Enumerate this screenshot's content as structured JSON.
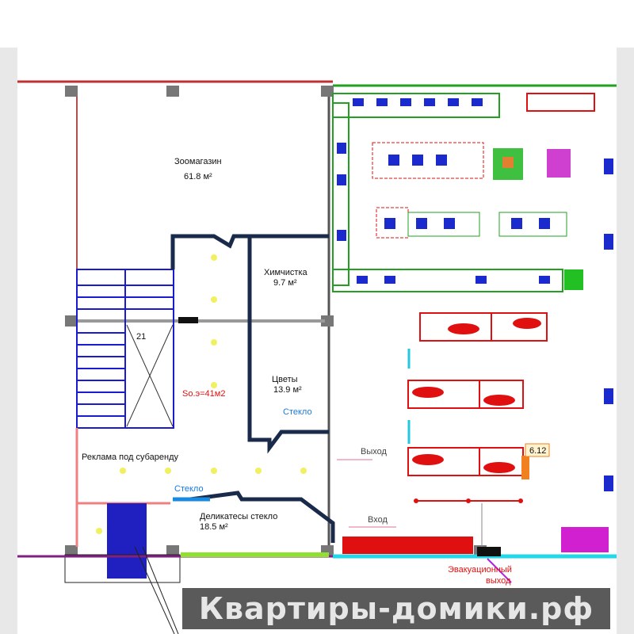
{
  "rooms": {
    "pet_store": {
      "name": "Зоомагазин",
      "area": "61.8 м²"
    },
    "dry_cleaning": {
      "name": "Химчистка",
      "area": "9.7 м²"
    },
    "flowers": {
      "name": "Цветы",
      "area": "13.9 м²"
    },
    "delicatessen": {
      "name": "Деликатесы стекло",
      "area": "18.5 м²"
    },
    "common_area": "Sо.э=41м2"
  },
  "labels": {
    "glass_1": "Стекло",
    "glass_2": "Стекло",
    "ad_sublease": "Реклама под субаренду",
    "exit": "Выход",
    "entrance": "Вход",
    "evac_exit_1": "Эвакуационный",
    "evac_exit_2": "выход",
    "stair_number": "21",
    "tag_612": "6.12"
  },
  "watermark": "Квартиры-домики.рф",
  "colors": {
    "wall": "#1a2a4a",
    "stair": "#1a1ad0",
    "equipment_red": "#e01010",
    "green": "#22a022",
    "cyan": "#22d8e8",
    "magenta": "#d020d0"
  }
}
